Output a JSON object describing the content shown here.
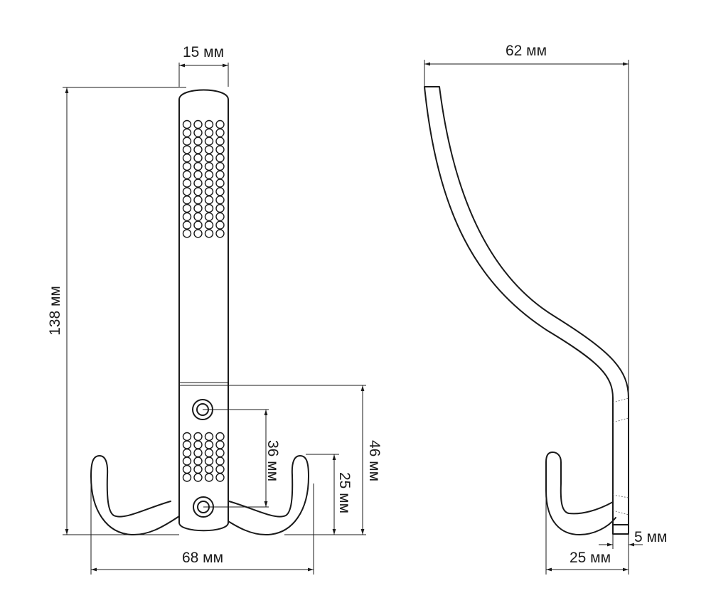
{
  "front_view": {
    "dims": {
      "width_top": "15 мм",
      "height_total": "138 мм",
      "hole_spacing": "36 мм",
      "lower_section": "46 мм",
      "hook_height": "25 мм",
      "hook_width": "68 мм"
    }
  },
  "side_view": {
    "dims": {
      "depth_total": "62 мм",
      "thickness": "5 мм",
      "hook_depth": "25 мм"
    }
  },
  "colors": {
    "line": "#1a1a1a",
    "background": "#ffffff"
  }
}
